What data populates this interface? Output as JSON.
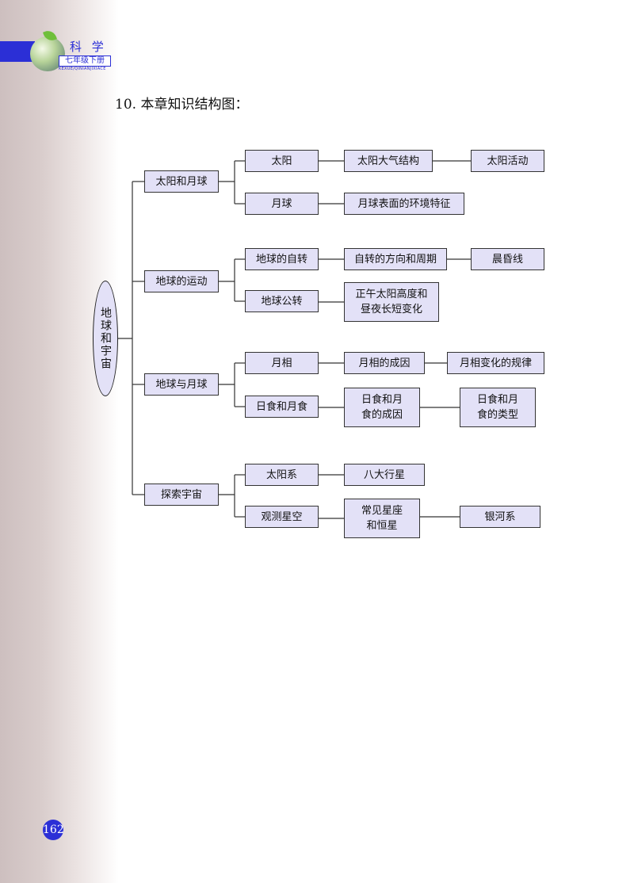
{
  "header": {
    "subject": "科 学",
    "grade": "七年级下册",
    "pinyin": "KEXUE/QINIANJIXIACE"
  },
  "section_title": "10. 本章知识结构图：",
  "tree": {
    "root": "地球和宇宙",
    "branches": [
      {
        "label": "太阳和月球",
        "children": [
          {
            "label": "太阳",
            "next": [
              {
                "label": "太阳大气结构"
              },
              {
                "label": "太阳活动"
              }
            ]
          },
          {
            "label": "月球",
            "next": [
              {
                "label": "月球表面的环境特征"
              }
            ]
          }
        ]
      },
      {
        "label": "地球的运动",
        "children": [
          {
            "label": "地球的自转",
            "next": [
              {
                "label": "自转的方向和周期"
              },
              {
                "label": "晨昏线"
              }
            ]
          },
          {
            "label": "地球公转",
            "next": [
              {
                "label": "正午太阳高度和\n昼夜长短变化"
              }
            ]
          }
        ]
      },
      {
        "label": "地球与月球",
        "children": [
          {
            "label": "月相",
            "next": [
              {
                "label": "月相的成因"
              },
              {
                "label": "月相变化的规律"
              }
            ]
          },
          {
            "label": "日食和月食",
            "next": [
              {
                "label": "日食和月\n食的成因"
              },
              {
                "label": "日食和月\n食的类型"
              }
            ]
          }
        ]
      },
      {
        "label": "探索宇宙",
        "children": [
          {
            "label": "太阳系",
            "next": [
              {
                "label": "八大行星"
              }
            ]
          },
          {
            "label": "观测星空",
            "next": [
              {
                "label": "常见星座\n和恒星"
              },
              {
                "label": "银河系"
              }
            ]
          }
        ]
      }
    ]
  },
  "page_number": "162",
  "colors": {
    "accent": "#2b2fd6",
    "node_fill": "#e3e1f7",
    "line": "#333333"
  }
}
